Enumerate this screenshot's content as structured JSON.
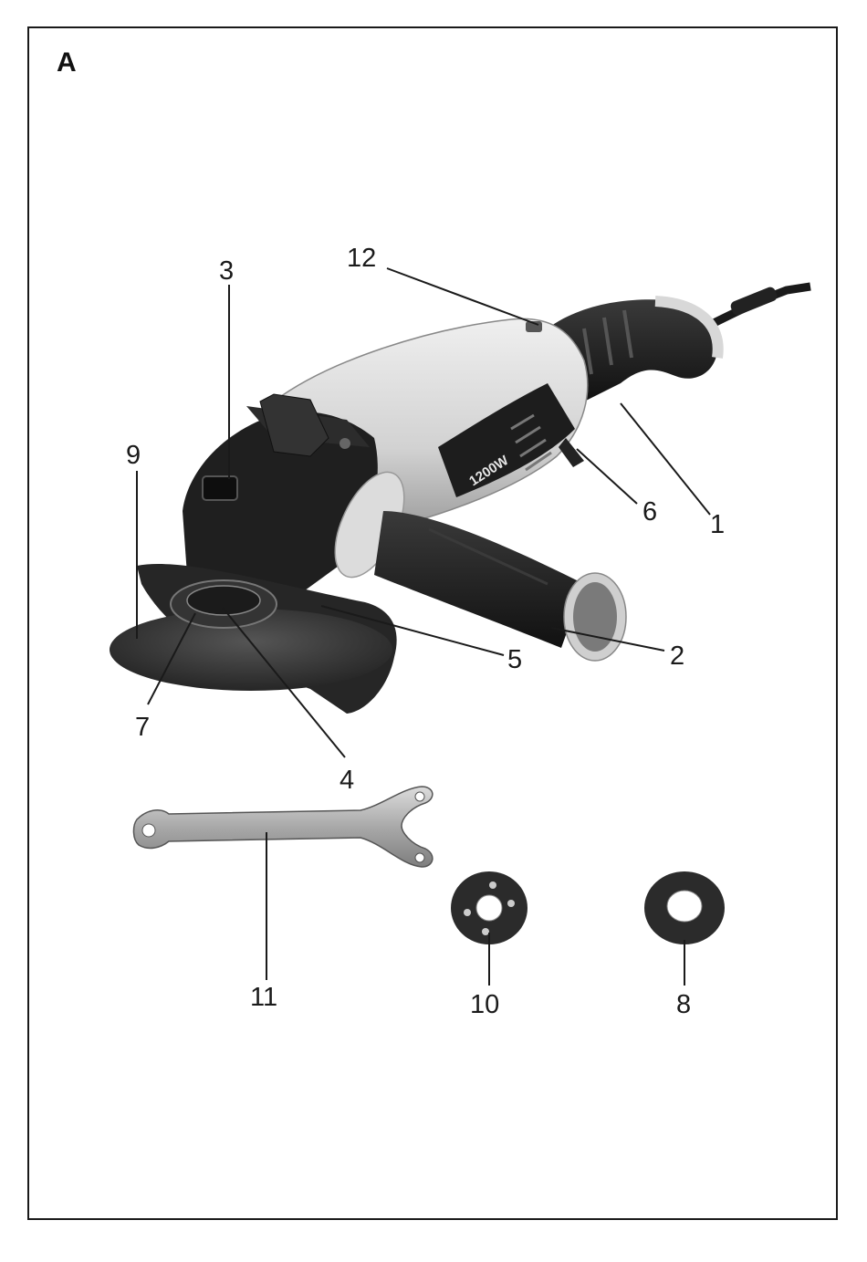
{
  "figure": {
    "letter": "A"
  },
  "tool": {
    "housing_print": "1200W"
  },
  "callouts": [
    {
      "id": "1",
      "label": "1"
    },
    {
      "id": "2",
      "label": "2"
    },
    {
      "id": "3",
      "label": "3"
    },
    {
      "id": "4",
      "label": "4"
    },
    {
      "id": "5",
      "label": "5"
    },
    {
      "id": "6",
      "label": "6"
    },
    {
      "id": "7",
      "label": "7"
    },
    {
      "id": "8",
      "label": "8"
    },
    {
      "id": "9",
      "label": "9"
    },
    {
      "id": "10",
      "label": "10"
    },
    {
      "id": "11",
      "label": "11"
    },
    {
      "id": "12",
      "label": "12"
    }
  ],
  "colors": {
    "border": "#1a1a1a",
    "body_light": "#dcdcdc",
    "body_dark": "#1e1e1e",
    "metal": "#b5b5b5"
  }
}
